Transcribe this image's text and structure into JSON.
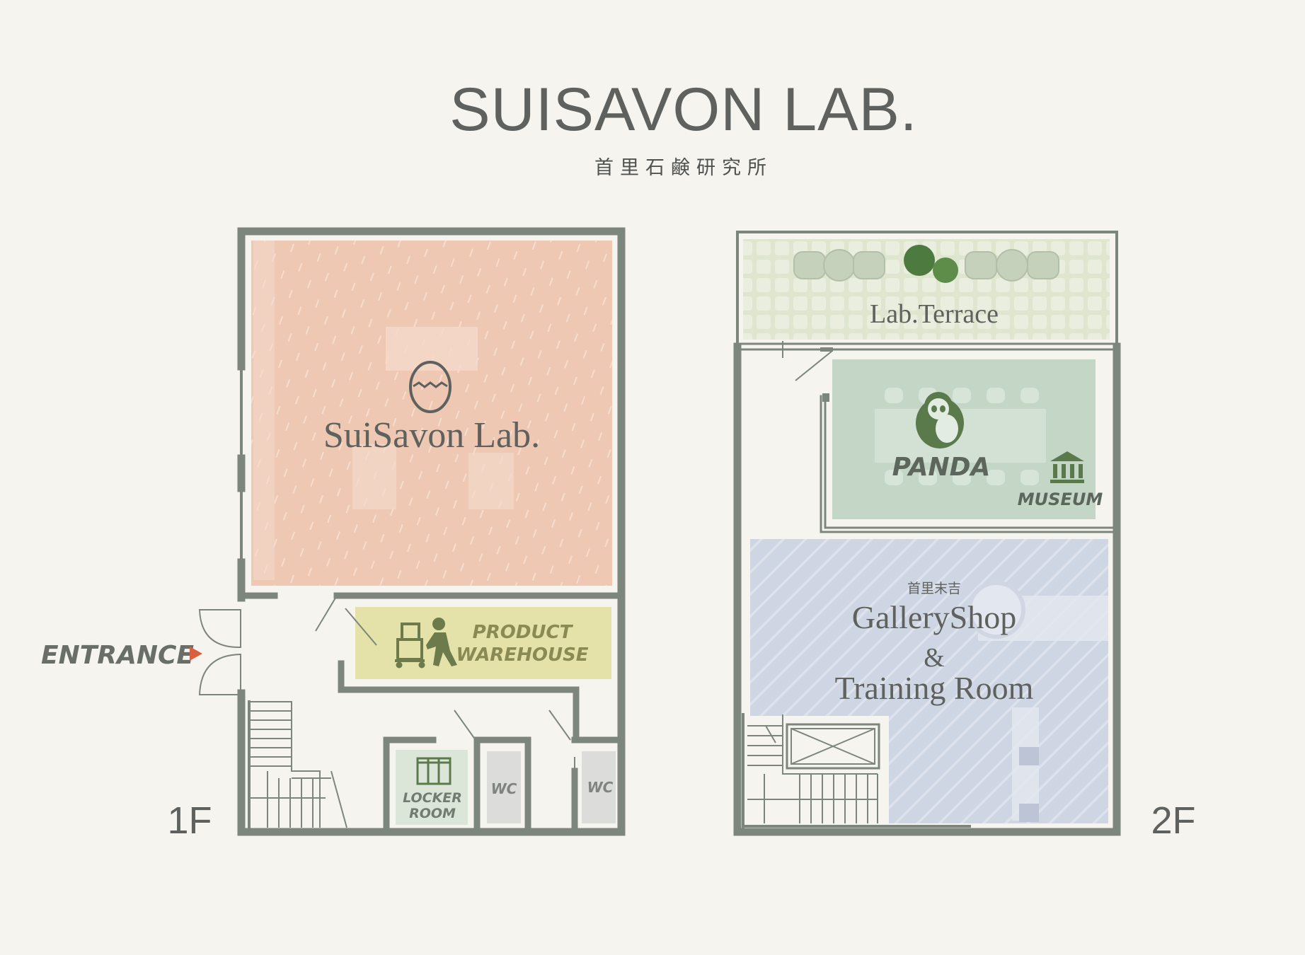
{
  "header": {
    "title": "SUISAVON LAB.",
    "subtitle": "首里石鹸研究所"
  },
  "floor1": {
    "label": "1F",
    "entrance": "ENTRANCE",
    "main_room": "SuiSavon Lab.",
    "warehouse_line1": "PRODUCT",
    "warehouse_line2": "WAREHOUSE",
    "locker_line1": "LOCKER",
    "locker_line2": "ROOM",
    "wc_1": "WC",
    "wc_2": "WC"
  },
  "floor2": {
    "label": "2F",
    "terrace": "Lab.Terrace",
    "panda": "PANDA",
    "museum": "MUSEUM",
    "gallery_jp": "首里末吉",
    "gallery_line1": "GalleryShop",
    "gallery_line2": "&",
    "gallery_line3": "Training Room"
  },
  "colors": {
    "wall": "#7d867d",
    "lab": "#efc8b3",
    "warehouse": "#e5e2a9",
    "terrace": "#dfe6d0",
    "museum": "#c4d6c6",
    "gallery": "#cfd6e3",
    "entrance_arrow": "#d9603f",
    "icon_green": "#5b7a4c"
  }
}
